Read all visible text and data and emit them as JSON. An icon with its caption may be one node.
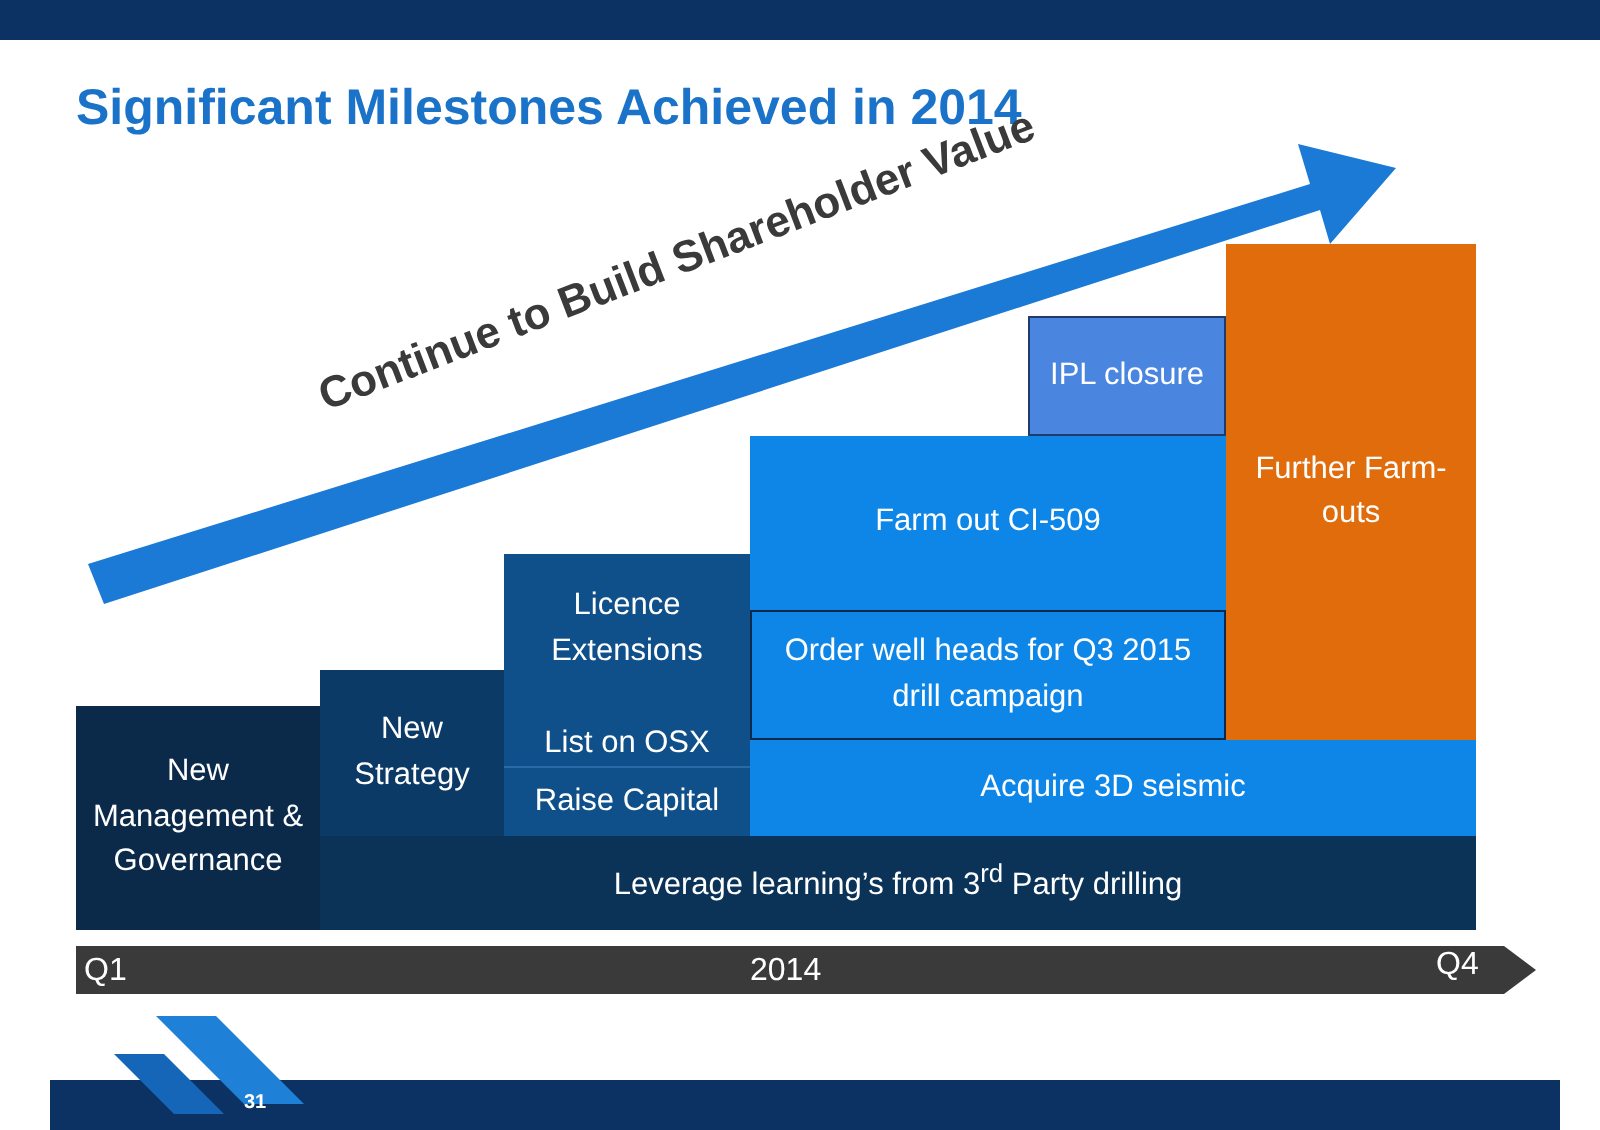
{
  "diagram": {
    "title": "Significant Milestones Achieved in 2014",
    "nodes": [
      {
        "text": [
          "New Management & Governance"
        ]
      },
      {
        "text": [
          "New Strategy"
        ]
      },
      {
        "text": [
          "Licence Extensions"
        ]
      },
      {
        "text": [
          "List on OSX"
        ]
      },
      {
        "text": [
          "Raise Capital"
        ]
      },
      {
        "text": [
          "Farm out CI-509"
        ]
      },
      {
        "text": [
          "Order well heads for Q3 2015 drill campaign"
        ]
      },
      {
        "text": [
          "IPL closure"
        ]
      },
      {
        "text": [
          "Further Farm-outs"
        ]
      },
      {
        "text": [
          "Acquire 3D seismic"
        ]
      },
      {
        "text": [
          "Leverage learning’s from 3$^{rd}$ Party drilling"
        ]
      }
    ],
    "labels": [
      "Continue to Build Shareholder Value",
      "Q1",
      "2014",
      "Q4",
      "31"
    ]
  }
}
